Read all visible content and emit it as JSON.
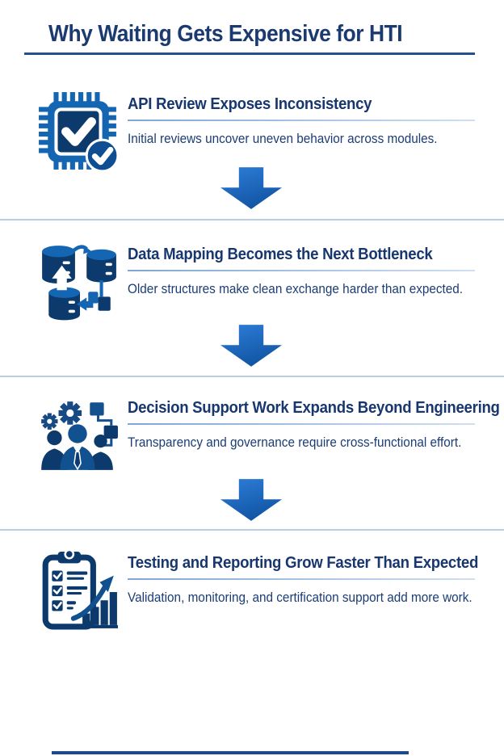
{
  "page": {
    "title": "Why Waiting Gets Expensive for HTI",
    "background_color": "#ffffff",
    "heading_color": "#17376e",
    "body_text_color": "#1c3d74",
    "title_rule_color": "#24508f",
    "divider_color": "#b9cde4",
    "arrow_gradient": [
      "#2e7ed8",
      "#1256a6"
    ],
    "icon_blue": "#1566b2",
    "icon_dark_navy": "#0d3a6d"
  },
  "steps": [
    {
      "icon": "chip-check-icon",
      "heading": "API Review Exposes Inconsistency",
      "description": "Initial reviews uncover uneven behavior across modules."
    },
    {
      "icon": "database-exchange-icon",
      "heading": "Data Mapping Becomes the Next Bottleneck",
      "description": "Older structures make clean exchange harder than expected."
    },
    {
      "icon": "team-gears-icon",
      "heading": "Decision Support Work Expands Beyond Engineering",
      "description": "Transparency and governance require cross-functional effort."
    },
    {
      "icon": "checklist-growth-icon",
      "heading": "Testing and Reporting Grow Faster Than Expected",
      "description": "Validation, monitoring, and certification support add more work."
    }
  ],
  "connectors": {
    "arrow_glyph": "down-arrow",
    "count": 3
  }
}
